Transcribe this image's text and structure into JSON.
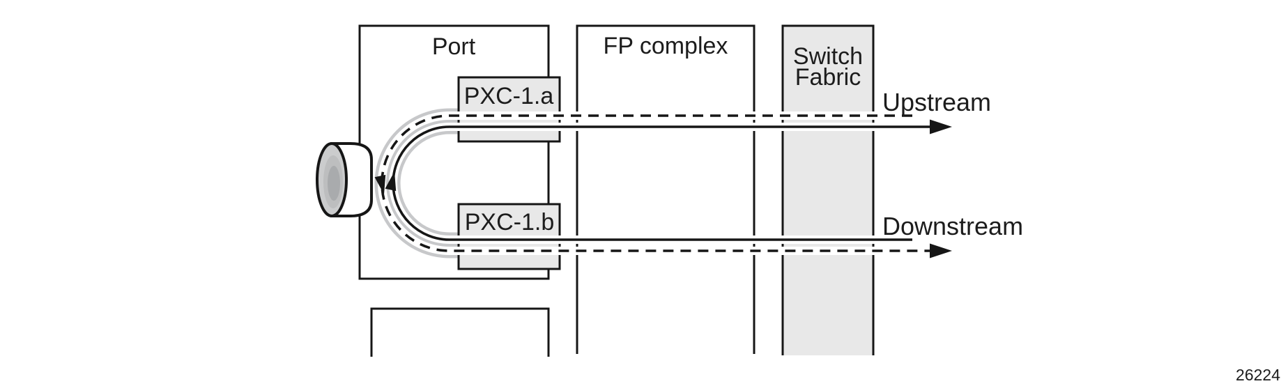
{
  "figure": {
    "number": "26224",
    "colors": {
      "line": "#161616",
      "text": "#1c1c1c",
      "box_fill": "#e8e8e8",
      "loop_band": "#c7c8ca",
      "casing": "#ffffff",
      "connector_face_outer": "#cbcccd",
      "connector_face_mid": "#bdbebf",
      "connector_face_core": "#a9abad",
      "background": "#ffffff"
    }
  },
  "blocks": {
    "port": {
      "label": "Port"
    },
    "fp_complex": {
      "label": "FP complex"
    },
    "switch_fabric": {
      "line1": "Switch",
      "line2": "Fabric"
    },
    "pxc_a": {
      "label": "PXC-1.a"
    },
    "pxc_b": {
      "label": "PXC-1.b"
    }
  },
  "flows": {
    "upstream": {
      "label": "Upstream"
    },
    "downstream": {
      "label": "Downstream"
    }
  }
}
